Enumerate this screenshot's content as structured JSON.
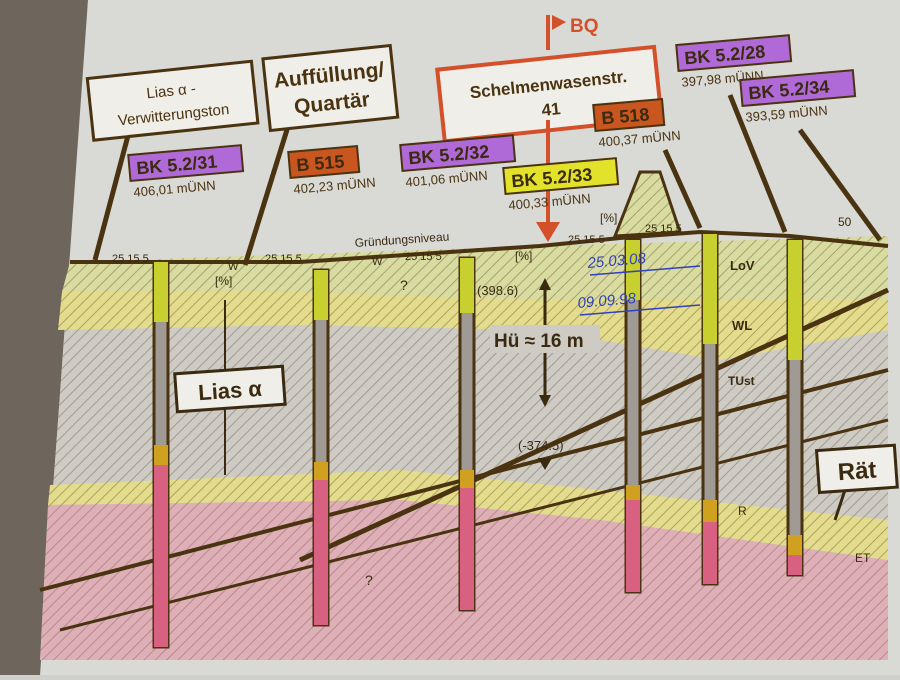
{
  "slide": {
    "callouts": {
      "lias_weathering_line1": "Lias α -",
      "lias_weathering_line2": "Verwitterungston",
      "fill_line1": "Auffüllung/",
      "fill_line2": "Quartär",
      "street_line1": "Schelmenwasenstr.",
      "street_line2": "41",
      "bq": "BQ",
      "lias_alpha": "Lias α",
      "raet": "Rät"
    },
    "boreholes": [
      {
        "id": "BK 5.2/31",
        "elevation": "406,01 mÜNN",
        "color": "#b06ad8"
      },
      {
        "id": "B 515",
        "elevation": "402,23 mÜNN",
        "color": "#c8561e"
      },
      {
        "id": "BK 5.2/32",
        "elevation": "401,06 mÜNN",
        "color": "#b06ad8"
      },
      {
        "id": "BK 5.2/33",
        "elevation": "400,33 mÜNN",
        "color": "#e2e22a"
      },
      {
        "id": "B 518",
        "elevation": "400,37 mÜNN",
        "color": "#c8561e"
      },
      {
        "id": "BK 5.2/28",
        "elevation": "397,98 mÜNN",
        "color": "#b06ad8"
      },
      {
        "id": "BK 5.2/34",
        "elevation": "393,59 mÜNN",
        "color": "#b06ad8"
      }
    ],
    "annotations": {
      "foundation_level": "Gründungsniveau",
      "foundation_elev": "(398.6)",
      "height_diff": "Hü ≈ 16 m",
      "lower_elev": "(-374.5)",
      "percent": "[%]",
      "scale": "25 15 5",
      "w": "W",
      "fifty": "50",
      "question": "?",
      "layer_lov": "LoV",
      "layer_wl": "WL",
      "layer_tust": "TUst",
      "layer_r": "R",
      "layer_et": "ET",
      "handwritten_1": "25.03.08",
      "handwritten_2": "09.09.98"
    },
    "colors": {
      "screen": "#d9d9d5",
      "ink": "#4a3310",
      "accent_orange": "#d4502a",
      "quaternary": "#d6dc9a",
      "weathered": "#e0dc8a",
      "lias": "#c9c7c0",
      "raet": "#d9a8b0"
    }
  }
}
